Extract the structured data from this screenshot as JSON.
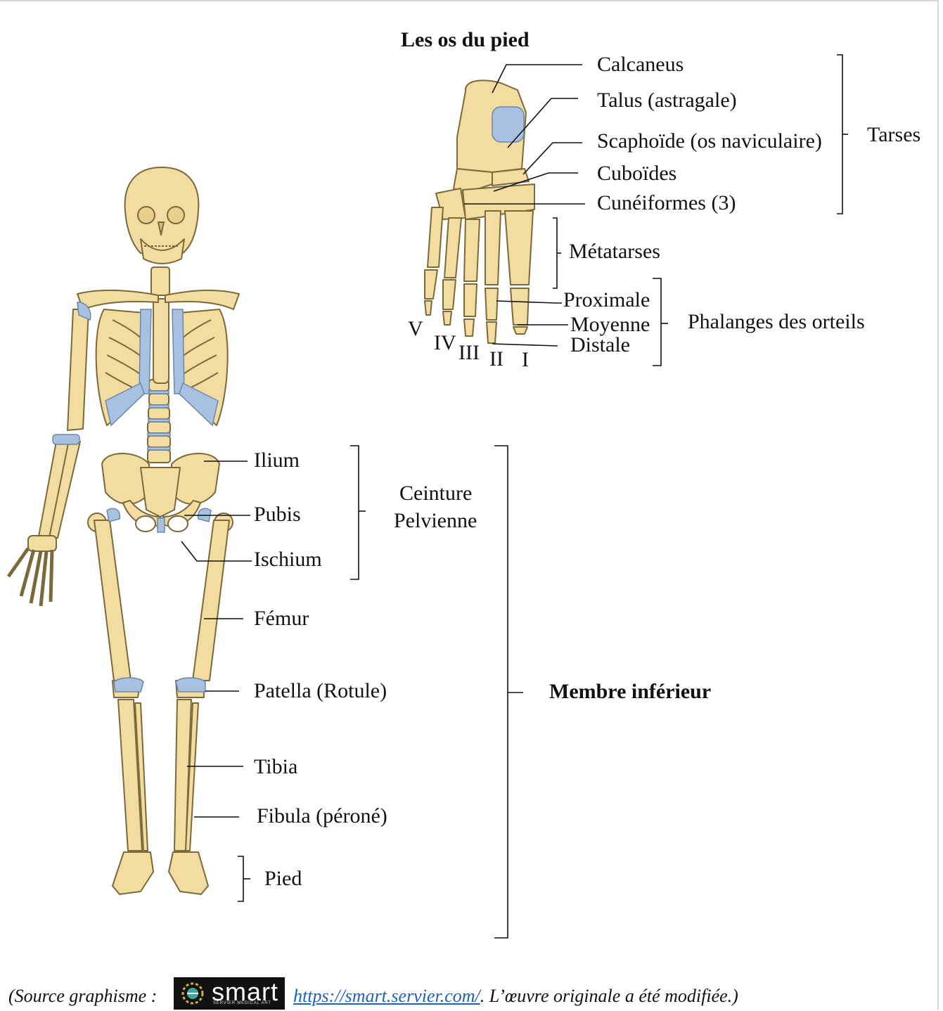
{
  "foot_title": "Les os du pied",
  "foot_labels": {
    "calcaneus": "Calcaneus",
    "talus": "Talus (astragale)",
    "scaphoide": "Scaphoïde (os naviculaire)",
    "cuboides": "Cuboïdes",
    "cuneiformes": "Cunéiformes (3)",
    "tarses": "Tarses",
    "metatarses": "Métatarses",
    "proximale": "Proximale",
    "moyenne": "Moyenne",
    "distale": "Distale",
    "phalanges": "Phalanges des orteils"
  },
  "toe_numerals": [
    "V",
    "IV",
    "III",
    "II",
    "I"
  ],
  "leg_labels": {
    "ilium": "Ilium",
    "pubis": "Pubis",
    "ischium": "Ischium",
    "ceinture_line1": "Ceinture",
    "ceinture_line2": "Pelvienne",
    "femur": "Fémur",
    "patella": "Patella (Rotule)",
    "tibia": "Tibia",
    "fibula": "Fibula (péroné)",
    "pied": "Pied",
    "membre": "Membre inférieur"
  },
  "footer": {
    "prefix": "(Source graphisme :",
    "link": "https://smart.servier.com/",
    "suffix": ". L’œuvre originale a été modifiée.)",
    "logo_word": "smart",
    "logo_tagline": "SERVIER MEDICAL ART"
  },
  "colors": {
    "bone": "#f3dca0",
    "bone_stroke": "#7a6a3a",
    "cartilage": "#a9c1e0"
  }
}
